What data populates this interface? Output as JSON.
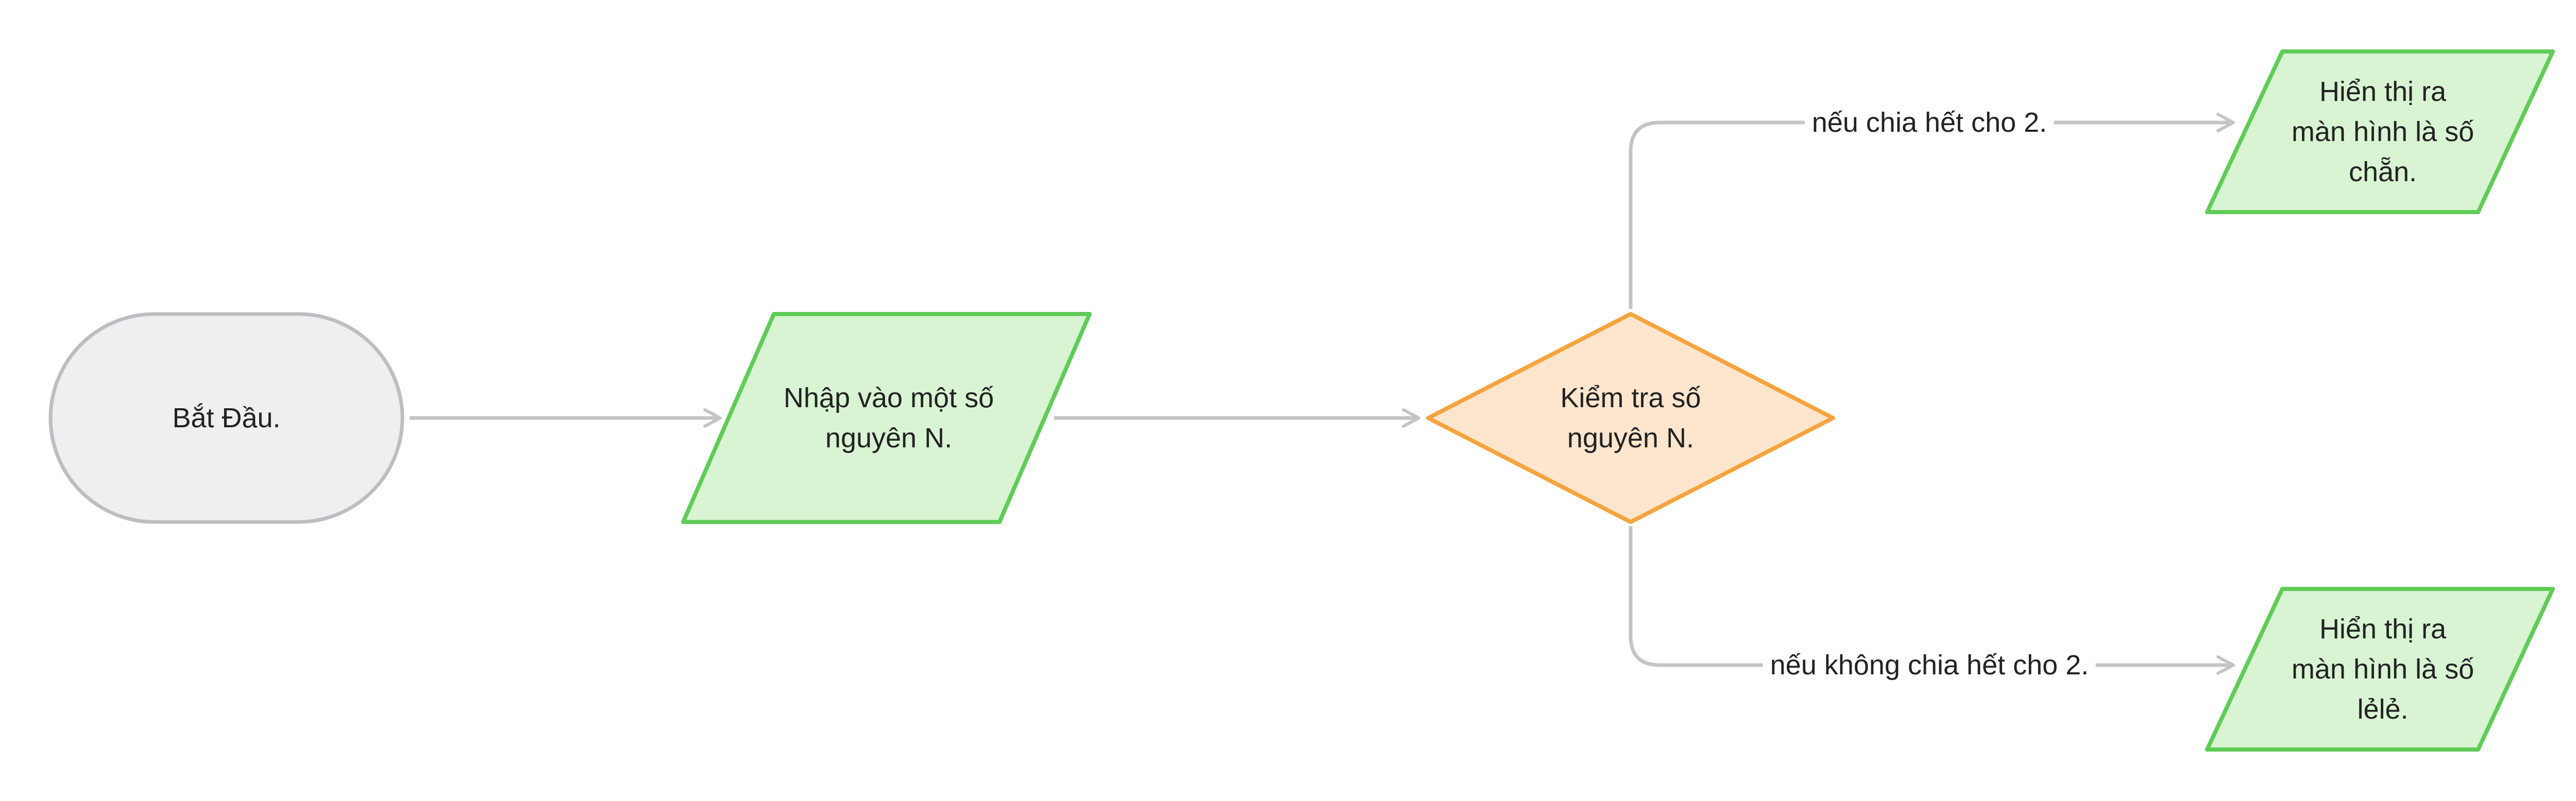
{
  "colors": {
    "terminal_fill": "#eeeff1",
    "terminal_stroke": "#bdbec2",
    "io_fill": "#d9f4d3",
    "io_stroke": "#5fcc57",
    "decision_fill": "#fde6cd",
    "decision_stroke": "#f5a43e",
    "connector": "#c4c4c4"
  },
  "nodes": {
    "start": {
      "label": "Bắt Đầu."
    },
    "input": {
      "label": "Nhập vào một số\nnguyên N."
    },
    "check": {
      "label": "Kiểm tra số\nnguyên N."
    },
    "even": {
      "label": "Hiển thị ra\nmàn hình là số\nchẵn."
    },
    "odd": {
      "label": "Hiển thị ra\nmàn hình là số\nlẻlẻ."
    }
  },
  "edges": {
    "divisible": {
      "label": "nếu chia hết cho 2."
    },
    "not_divisible": {
      "label": "nếu không chia hết cho 2."
    }
  }
}
